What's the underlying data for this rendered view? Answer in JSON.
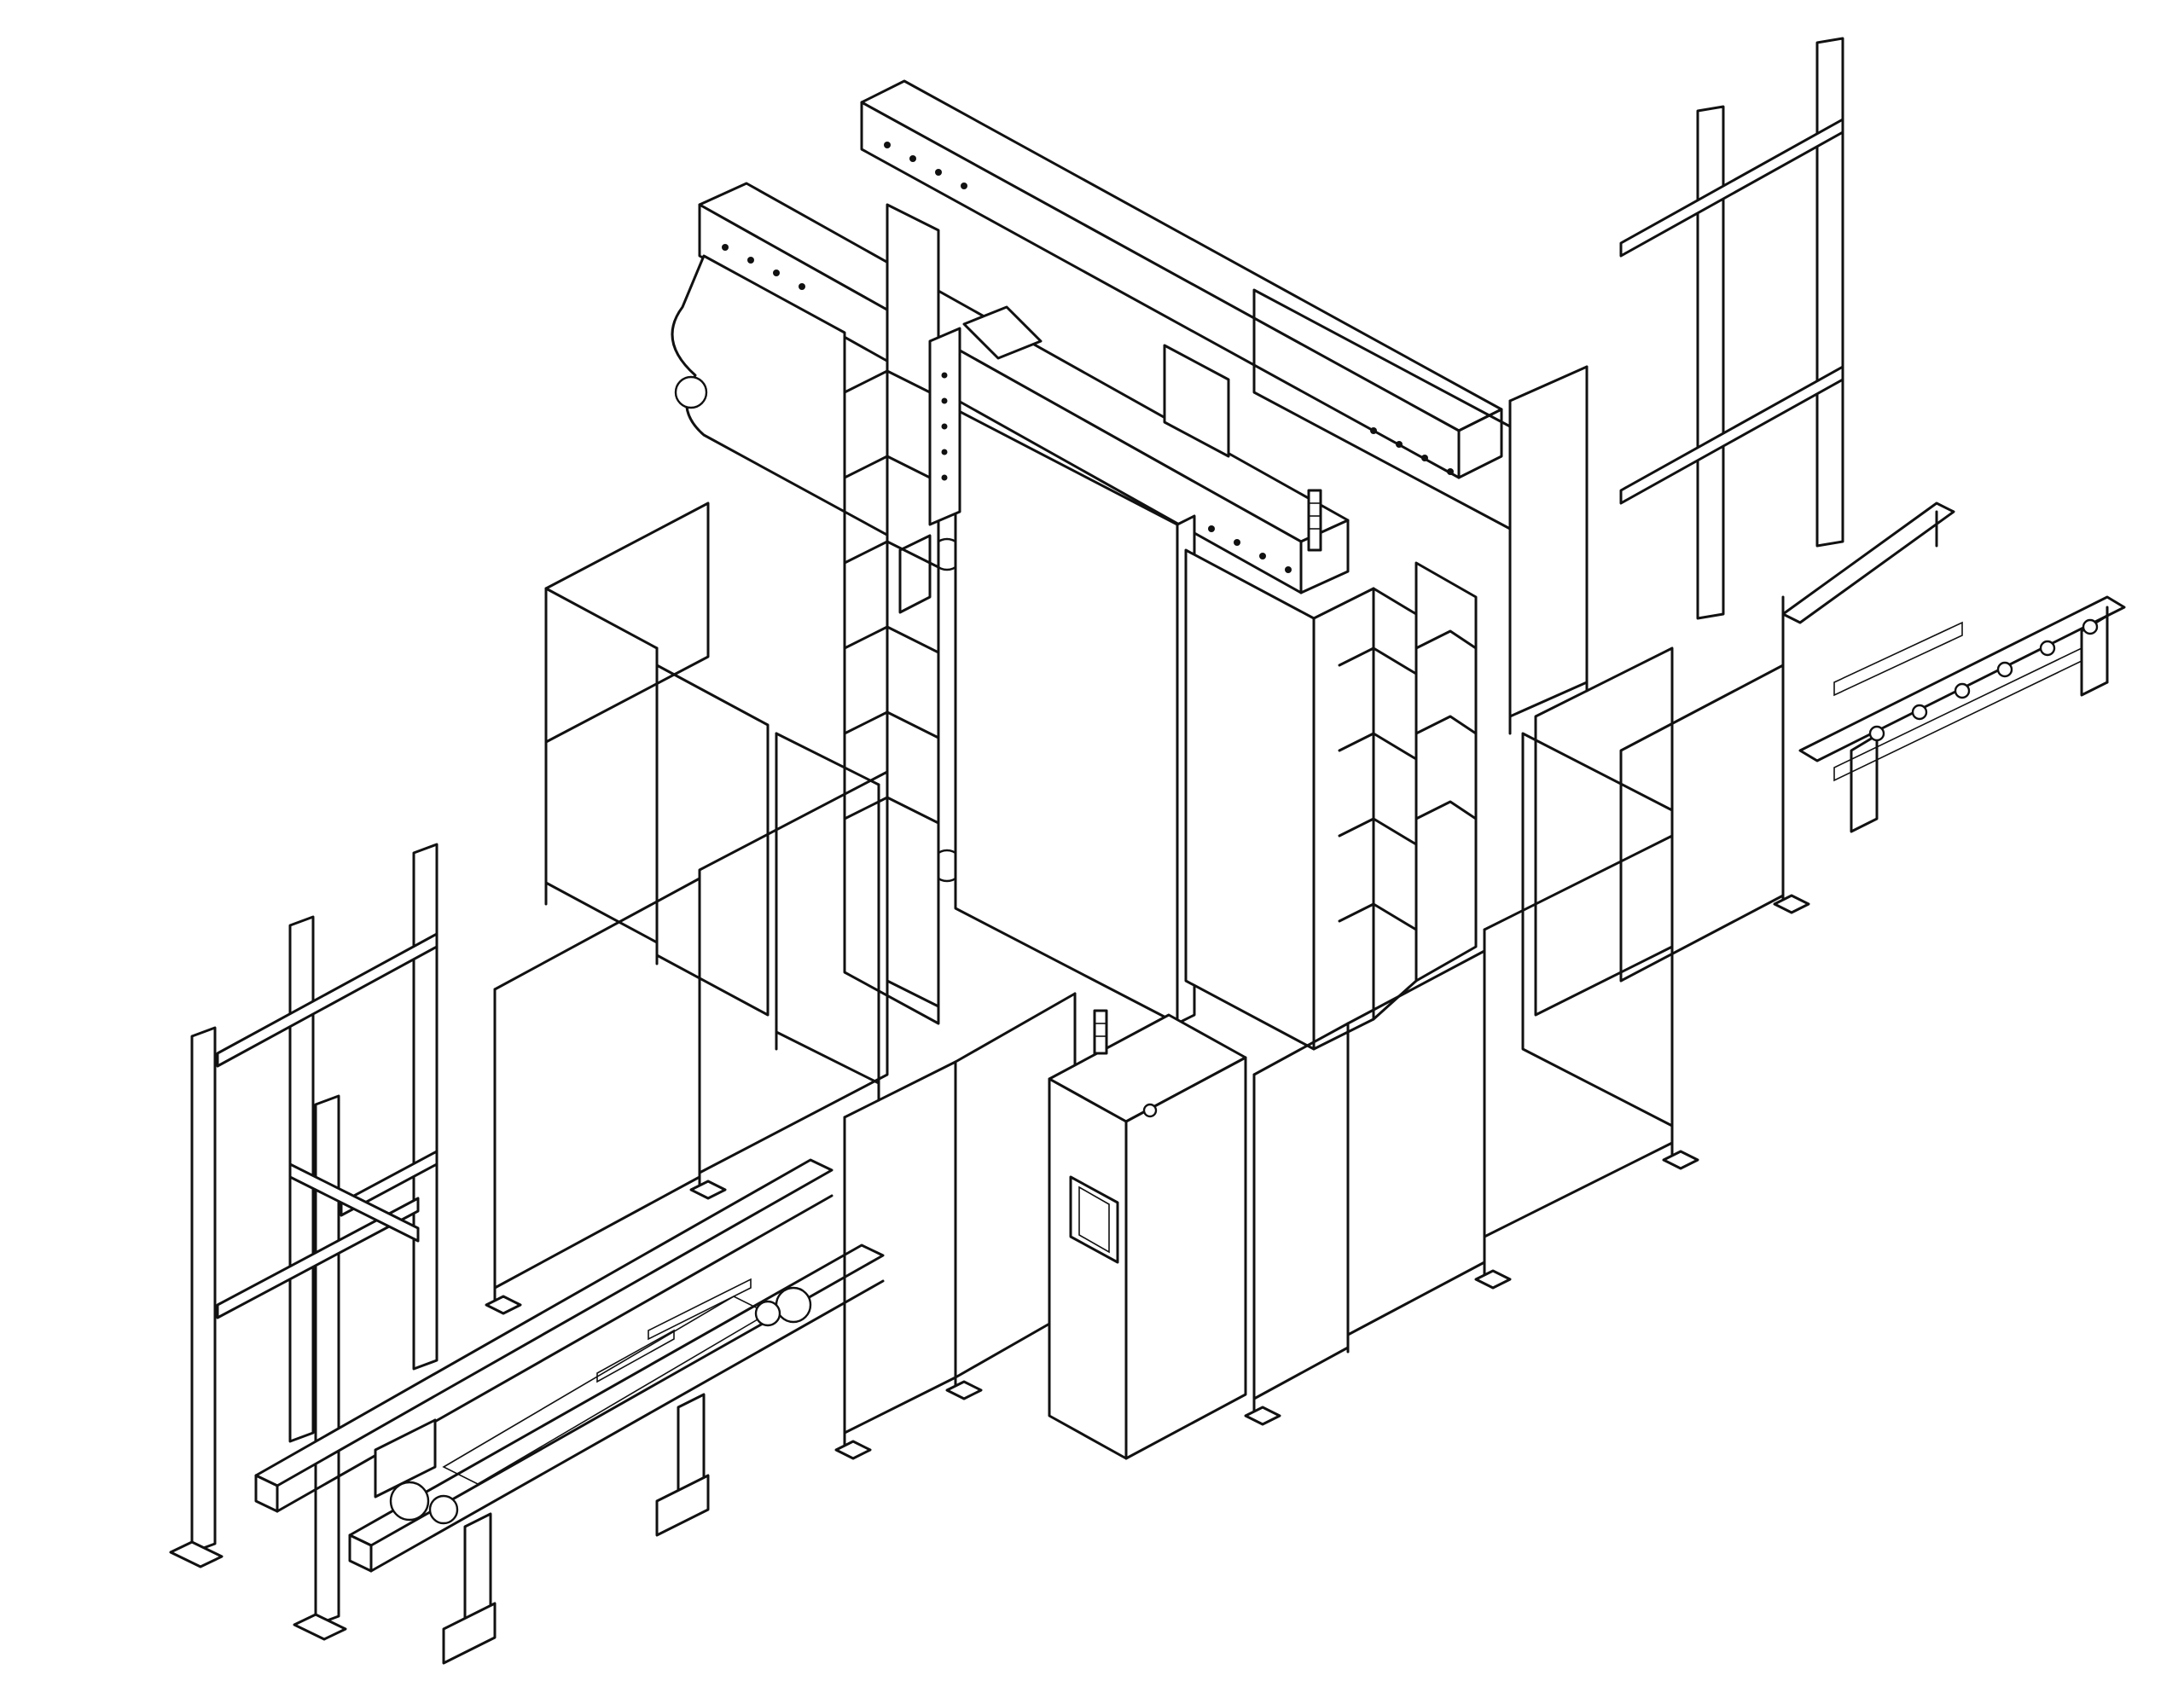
{
  "drawing": {
    "line_color": "#111111",
    "background": "#ffffff",
    "components": [
      "press-frame",
      "top-beams",
      "safety-fence",
      "roller-conveyor",
      "control-cabinet",
      "hmi-screen",
      "signal-tower",
      "pallet-racks",
      "drive-motors"
    ]
  }
}
